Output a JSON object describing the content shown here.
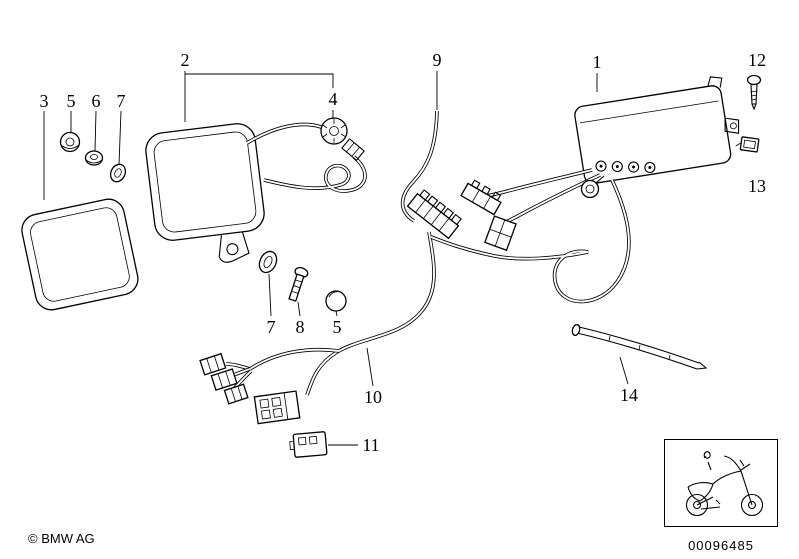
{
  "diagram": {
    "title": "wiring / alarm system parts diagram",
    "callouts": [
      {
        "label": "2"
      },
      {
        "label": "3"
      },
      {
        "label": "5"
      },
      {
        "label": "6"
      },
      {
        "label": "7"
      },
      {
        "label": "4"
      },
      {
        "label": "9"
      },
      {
        "label": "1"
      },
      {
        "label": "12"
      },
      {
        "label": "13"
      },
      {
        "label": "7"
      },
      {
        "label": "8"
      },
      {
        "label": "5"
      },
      {
        "label": "10"
      },
      {
        "label": "11"
      },
      {
        "label": "14"
      }
    ]
  },
  "footer": {
    "copyright": "© BMW AG",
    "drawing_number": "00096485"
  },
  "thumbnail": {
    "icon": "motorcycle-icon"
  },
  "colors": {
    "line": "#000000",
    "background": "#ffffff"
  }
}
